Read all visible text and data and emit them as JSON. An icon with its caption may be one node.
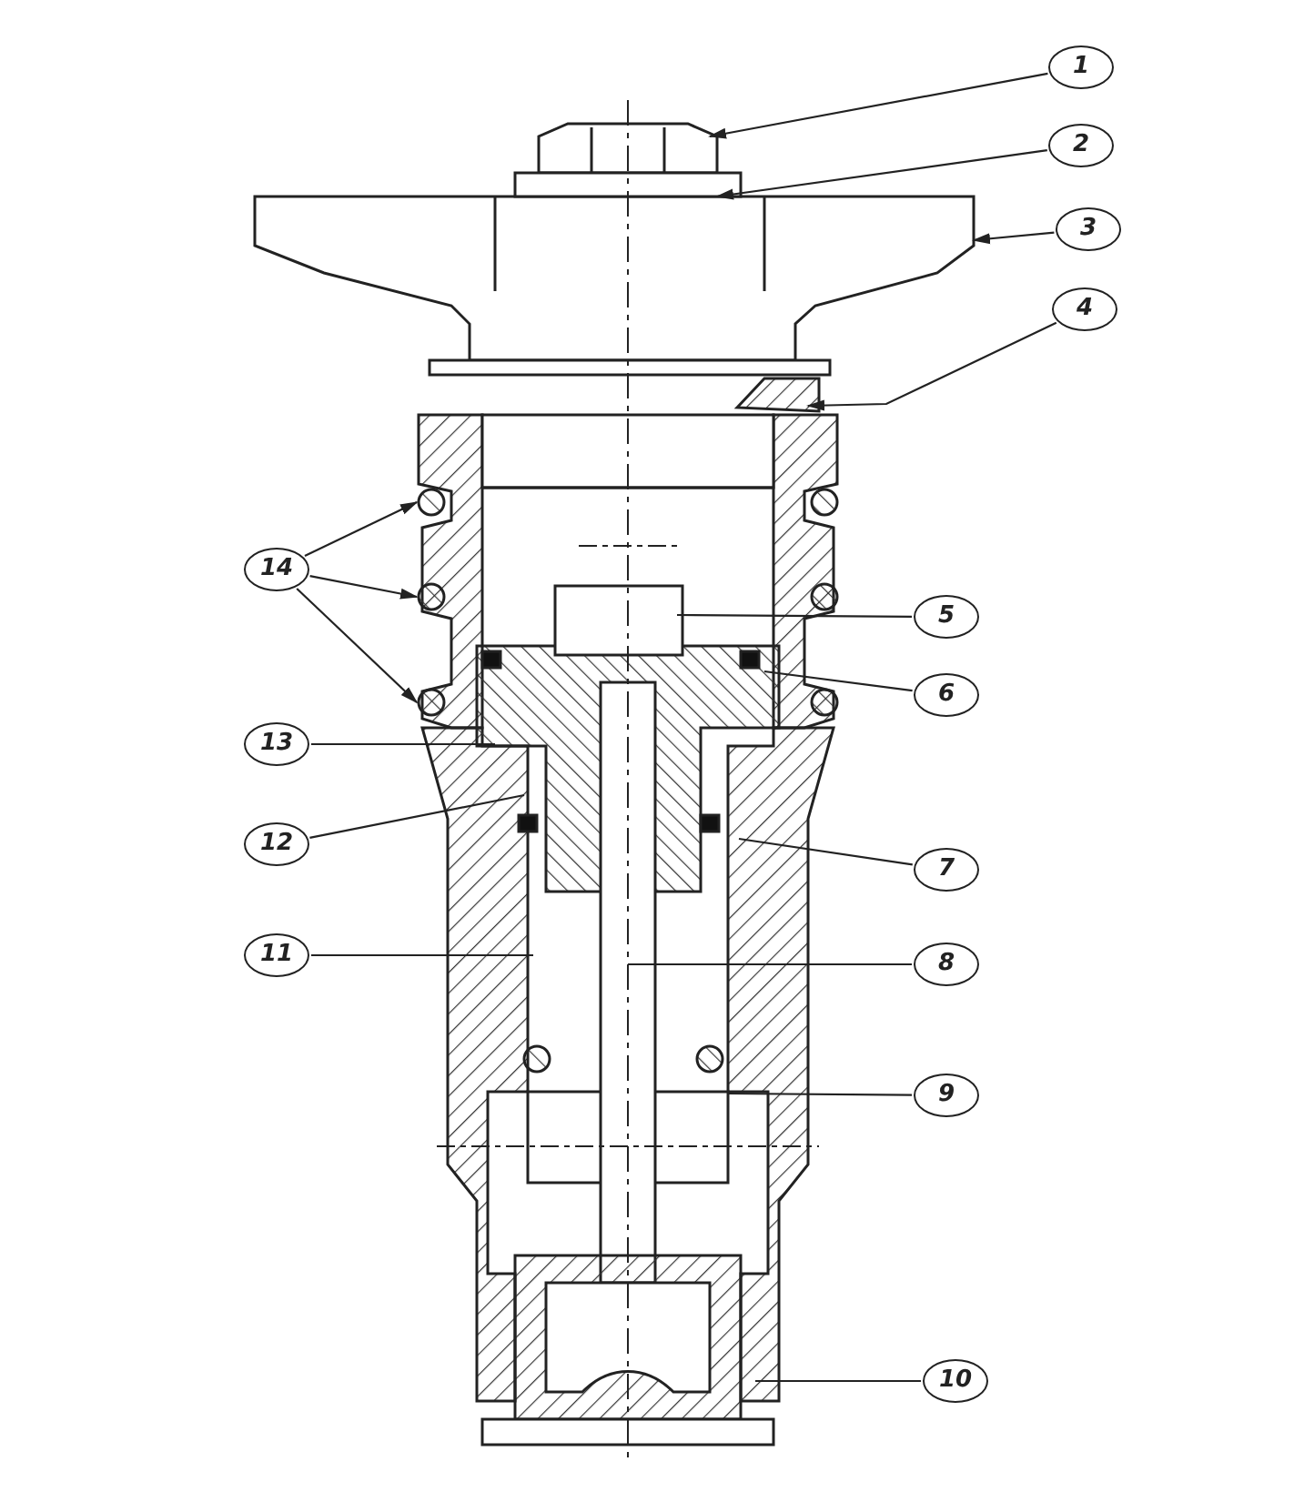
{
  "diagram": {
    "nodes": [
      {
        "text": [
          "1"
        ]
      },
      {
        "text": [
          "2"
        ]
      },
      {
        "text": [
          "3"
        ]
      },
      {
        "text": [
          "4"
        ]
      },
      {
        "text": [
          "14"
        ]
      },
      {
        "text": [
          "5"
        ]
      },
      {
        "text": [
          "6"
        ]
      },
      {
        "text": [
          "13"
        ]
      },
      {
        "text": [
          "12"
        ]
      },
      {
        "text": [
          "7"
        ]
      },
      {
        "text": [
          "11"
        ]
      },
      {
        "text": [
          "8"
        ]
      },
      {
        "text": [
          "9"
        ]
      },
      {
        "text": [
          "10"
        ]
      }
    ],
    "edges": [
      {
        "from": 0,
        "to": null,
        "arrow": "to"
      },
      {
        "from": 1,
        "to": null,
        "arrow": "to"
      },
      {
        "from": 2,
        "to": null,
        "arrow": "to"
      },
      {
        "from": 3,
        "to": null,
        "arrow": "to"
      },
      {
        "from": 4,
        "to": null,
        "arrow": "to"
      },
      {
        "from": 4,
        "to": null,
        "arrow": "to"
      },
      {
        "from": 4,
        "to": null,
        "arrow": "to"
      },
      {
        "from": 5,
        "to": null,
        "arrow": "none"
      },
      {
        "from": 6,
        "to": null,
        "arrow": "none"
      },
      {
        "from": 7,
        "to": null,
        "arrow": "none"
      },
      {
        "from": 8,
        "to": null,
        "arrow": "none"
      },
      {
        "from": 9,
        "to": null,
        "arrow": "none"
      },
      {
        "from": 10,
        "to": null,
        "arrow": "none"
      },
      {
        "from": 11,
        "to": null,
        "arrow": "none"
      },
      {
        "from": 12,
        "to": null,
        "arrow": "none"
      },
      {
        "from": 13,
        "to": null,
        "arrow": "none"
      }
    ]
  }
}
